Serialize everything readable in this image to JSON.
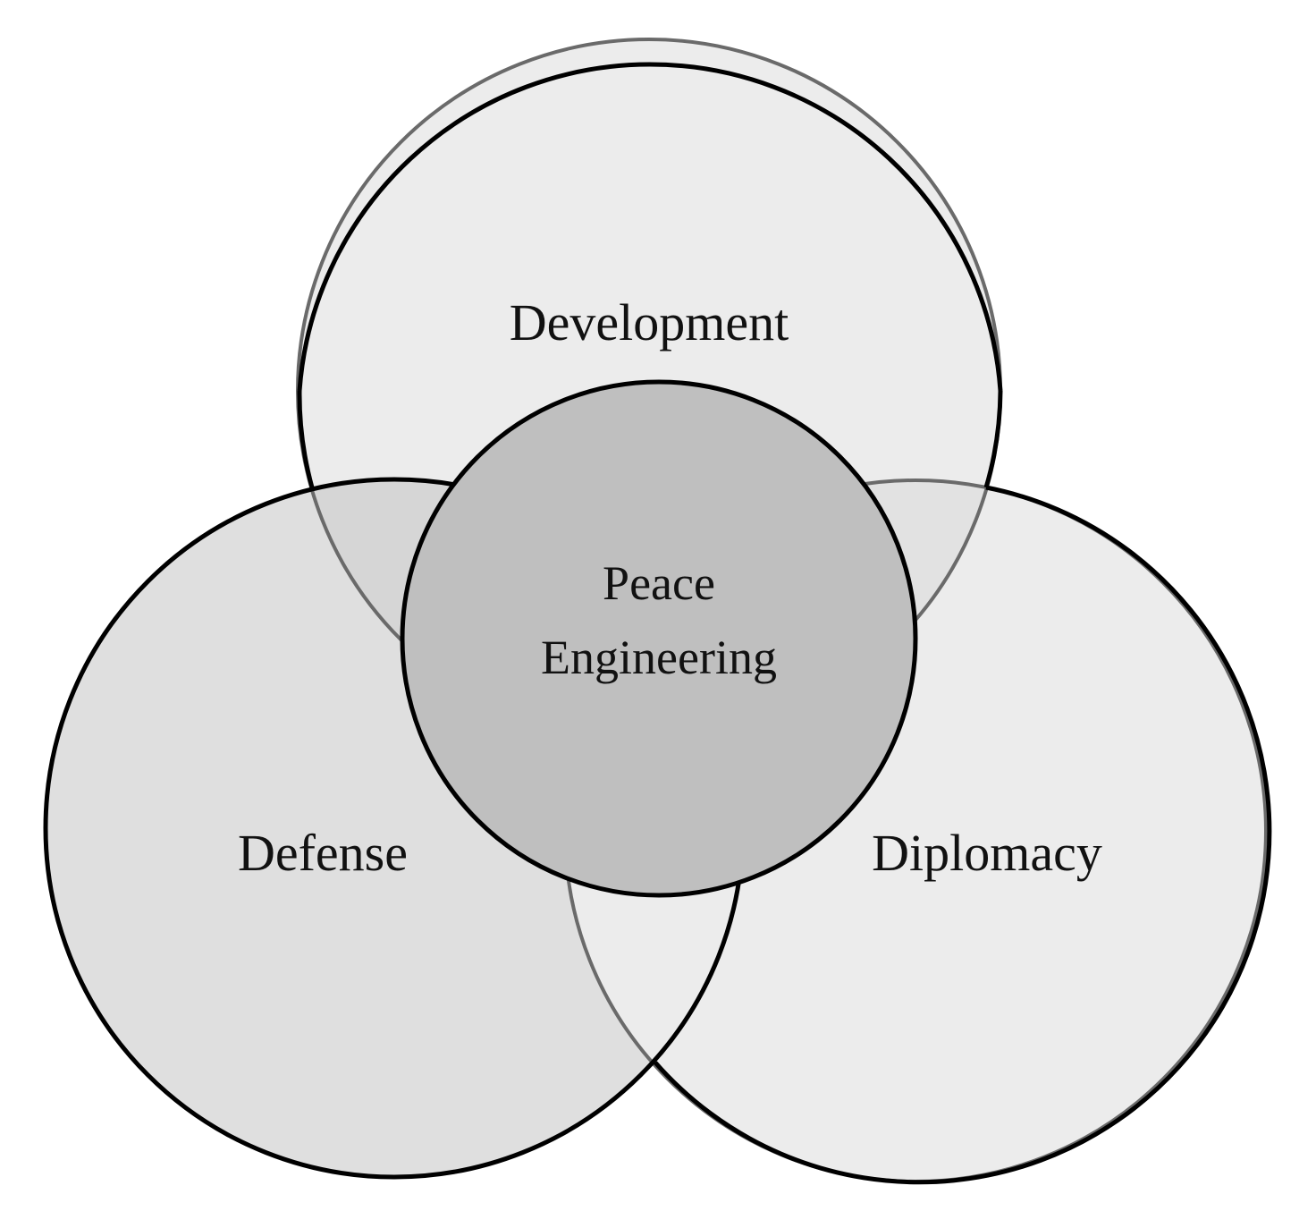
{
  "diagram": {
    "circles": {
      "development": {
        "label": "Development",
        "fill": "#ececec"
      },
      "defense": {
        "label": "Defense",
        "fill": "#dfdfdf"
      },
      "diplomacy": {
        "label": "Diplomacy",
        "fill": "#ececec"
      },
      "center": {
        "label_line1": "Peace",
        "label_line2": "Engineering",
        "fill": "#bfbfbf"
      }
    },
    "overlap_fill": "#d6d6d6",
    "outline_color": "#000000",
    "faint_outline_color": "#6a6a6a"
  }
}
